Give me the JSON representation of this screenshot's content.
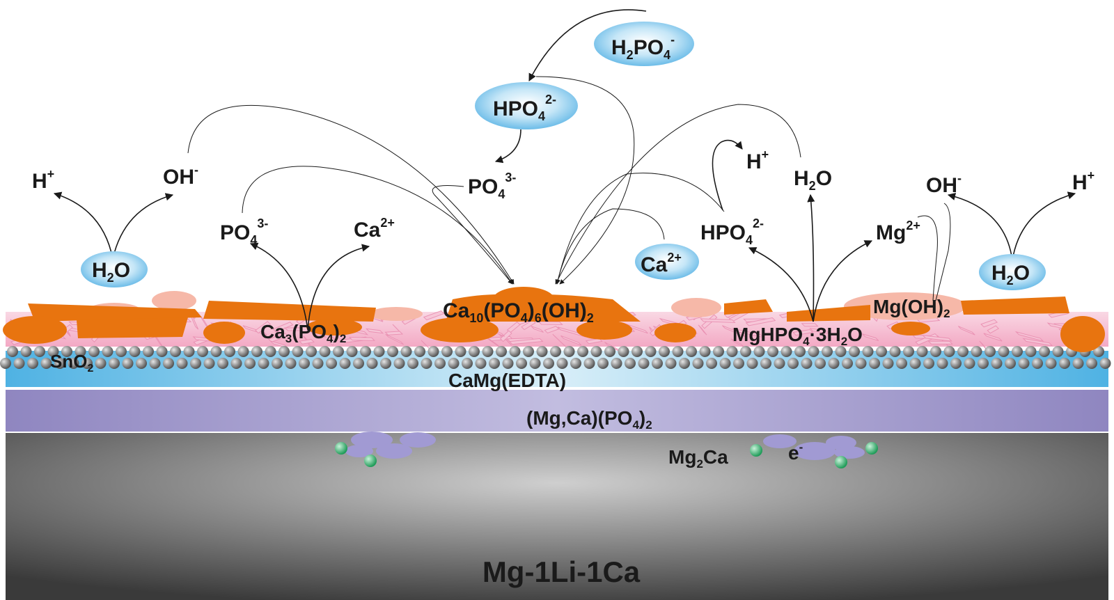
{
  "species": {
    "h2po4": {
      "base": "H",
      "sub1": "2",
      "mid": "PO",
      "sub2": "4",
      "sup": "-"
    },
    "hpo4_top": {
      "base": "HPO",
      "sub": "4",
      "sup": "2-"
    },
    "po4_top": {
      "base": "PO",
      "sub": "4",
      "sup": "3-"
    },
    "h_left": {
      "base": "H",
      "sup": "+"
    },
    "oh_left": {
      "base": "OH",
      "sup": "-"
    },
    "h2o_left": {
      "base": "H",
      "sub": "2",
      "rest": "O"
    },
    "po4_left": {
      "base": "PO",
      "sub": "4",
      "sup": "3-"
    },
    "ca_left": {
      "base": "Ca",
      "sup": "2+"
    },
    "h_mid": {
      "base": "H",
      "sup": "+"
    },
    "h2o_mid": {
      "base": "H",
      "sub": "2",
      "rest": "O"
    },
    "hpo4_right": {
      "base": "HPO",
      "sub": "4",
      "sup": "2-"
    },
    "ca_bubble": {
      "base": "Ca",
      "sup": "2+"
    },
    "mg_ion": {
      "base": "Mg",
      "sup": "2+"
    },
    "oh_right": {
      "base": "OH",
      "sup": "-"
    },
    "h_right": {
      "base": "H",
      "sup": "+"
    },
    "h2o_right": {
      "base": "H",
      "sub": "2",
      "rest": "O"
    }
  },
  "layers": {
    "ca3po4": {
      "a": "Ca",
      "s1": "3",
      "b": "(PO",
      "s2": "4",
      "c": ")",
      "s3": "2"
    },
    "hap": {
      "a": "Ca",
      "s1": "10",
      "b": "(PO",
      "s2": "4",
      "c": ")",
      "s3": "6",
      "d": "(OH)",
      "s4": "2"
    },
    "mghpo4": {
      "a": "MgHPO",
      "s1": "4",
      "b": "·3H",
      "s2": "2",
      "c": "O"
    },
    "mgoh2": {
      "a": "Mg(OH)",
      "s1": "2"
    },
    "sno2": {
      "a": "SnO",
      "s1": "2"
    },
    "camg_edta": "CaMg(EDTA)",
    "mgca_po4": {
      "a": "(Mg,Ca)(PO",
      "s1": "4",
      "b": ")",
      "s2": "2"
    },
    "mg2ca": {
      "a": "Mg",
      "s1": "2",
      "b": "Ca"
    },
    "electron": {
      "a": "e",
      "sup": "-"
    },
    "substrate": "Mg-1Li-1Ca"
  },
  "colors": {
    "bubble": "#7cc3ea",
    "orange": "#e8740f",
    "pink": "#f4b8b0",
    "blue_layer": "#5ab6e4",
    "purple_layer": "#9a92c8",
    "substrate_dark": "#4a4a4a",
    "green_dot": "#3cc07a"
  }
}
